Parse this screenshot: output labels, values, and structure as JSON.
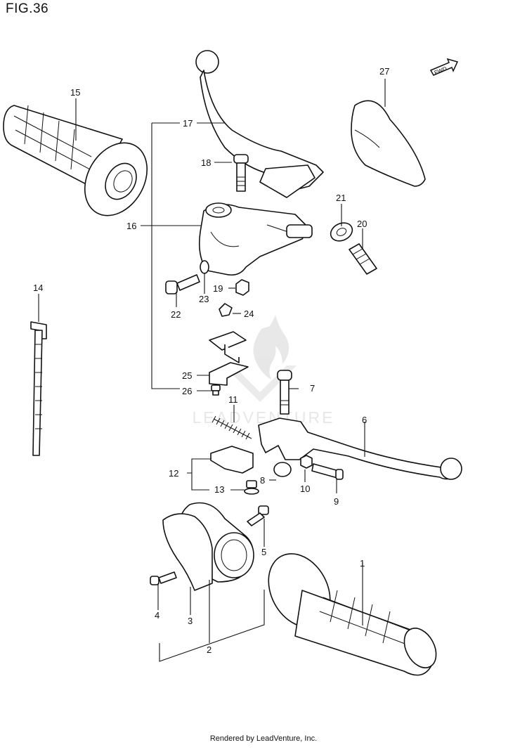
{
  "figure": {
    "title": "FIG.36"
  },
  "fwd_label": "FWD",
  "watermark": "LEADVENTURE",
  "footer": "Rendered by LeadVenture, Inc.",
  "callouts": [
    "1",
    "2",
    "3",
    "4",
    "5",
    "6",
    "7",
    "8",
    "9",
    "10",
    "11",
    "12",
    "13",
    "14",
    "15",
    "16",
    "17",
    "18",
    "19",
    "20",
    "21",
    "22",
    "23",
    "24",
    "25",
    "26",
    "27"
  ],
  "colors": {
    "line": "#111111",
    "watermark": "#d9d9d9",
    "background": "#ffffff"
  }
}
